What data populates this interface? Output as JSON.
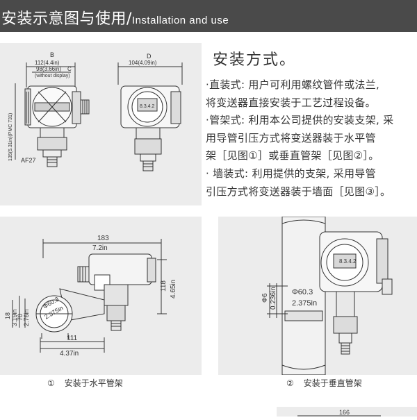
{
  "header": {
    "title_cn": "安装示意图与使用/",
    "title_en": "Installation and use"
  },
  "section": {
    "title": "安装方式。",
    "lines": [
      "·直装式: 用户可利用螺纹管件或法兰,",
      "将变送器直接安装于工艺过程设备。",
      "·管架式: 利用本公司提供的安装支架, 采",
      "用导管引压方式将变送器装于水平管",
      "架［见图①］或垂直管架［见图②］。",
      "· 墙装式: 利用提供的支架, 采用导管",
      "引压方式将变送器装于墙面［见图③］。"
    ]
  },
  "top_drawing": {
    "label_b": "B",
    "label_c": "C",
    "label_d": "D",
    "dim_total": "112(4.4in)",
    "dim_body": "98(3.66in)",
    "dim_note": "(without display)",
    "dim_height": "135(5.31in)(PMC 731)",
    "dim_side": "104(4.09in)",
    "thread": "AF27",
    "display_value": "8.3.4.2"
  },
  "drawing_horizontal": {
    "dim_183": "183",
    "dim_7_2in": "7.2in",
    "dim_118": "118",
    "dim_4_65in": "4.65in",
    "dim_18": "18",
    "dim_3_19in": "3.19in",
    "dim_70": "70",
    "dim_2_76in": "2.76in",
    "dim_phi60": "Φ60.3",
    "dim_2_375in": "2.375in",
    "dim_111": "111",
    "dim_4_37in": "4.37in",
    "caption_num": "①",
    "caption": "安装于水平管架"
  },
  "drawing_vertical": {
    "dim_phi6": "Φ6",
    "dim_0_236in": "0.236in",
    "dim_phi60": "Φ60.3",
    "dim_2_375in": "2.375in",
    "display_value": "8.3.4.2",
    "caption_num": "②",
    "caption": "安装于垂直管架"
  },
  "bottom_strip": {
    "dim_166": "166"
  }
}
